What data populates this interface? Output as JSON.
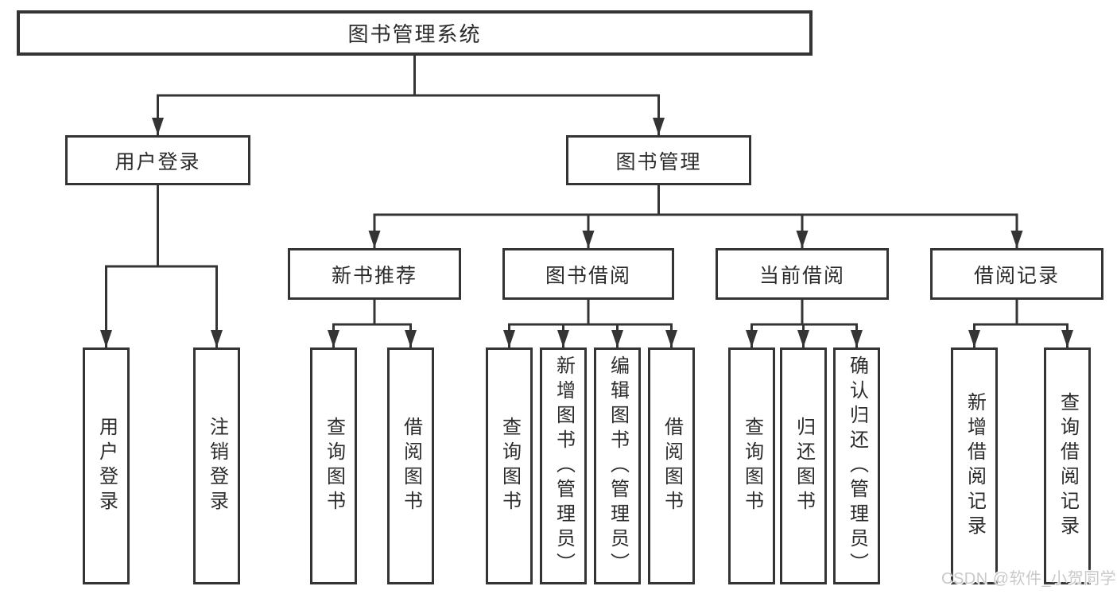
{
  "watermark": "CSDN @软件_小贺同学",
  "colors": {
    "line": "#343434",
    "text": "#2b2b2b",
    "background": "#ffffff",
    "watermark": "#c9c9c9"
  },
  "tree": {
    "root": {
      "label": "图书管理系统"
    },
    "branches": [
      {
        "label": "用户登录",
        "children": [
          {
            "label": "用户登录"
          },
          {
            "label": "注销登录"
          }
        ]
      },
      {
        "label": "图书管理",
        "children": [
          {
            "label": "新书推荐",
            "children": [
              {
                "label": "查询图书"
              },
              {
                "label": "借阅图书"
              }
            ]
          },
          {
            "label": "图书借阅",
            "children": [
              {
                "label": "查询图书"
              },
              {
                "label": "新增图书（管理员）"
              },
              {
                "label": "编辑图书（管理员）"
              },
              {
                "label": "借阅图书"
              }
            ]
          },
          {
            "label": "当前借阅",
            "children": [
              {
                "label": "查询图书"
              },
              {
                "label": "归还图书"
              },
              {
                "label": "确认归还（管理员）"
              }
            ]
          },
          {
            "label": "借阅记录",
            "children": [
              {
                "label": "新增借阅记录"
              },
              {
                "label": "查询借阅记录"
              }
            ]
          }
        ]
      }
    ]
  }
}
